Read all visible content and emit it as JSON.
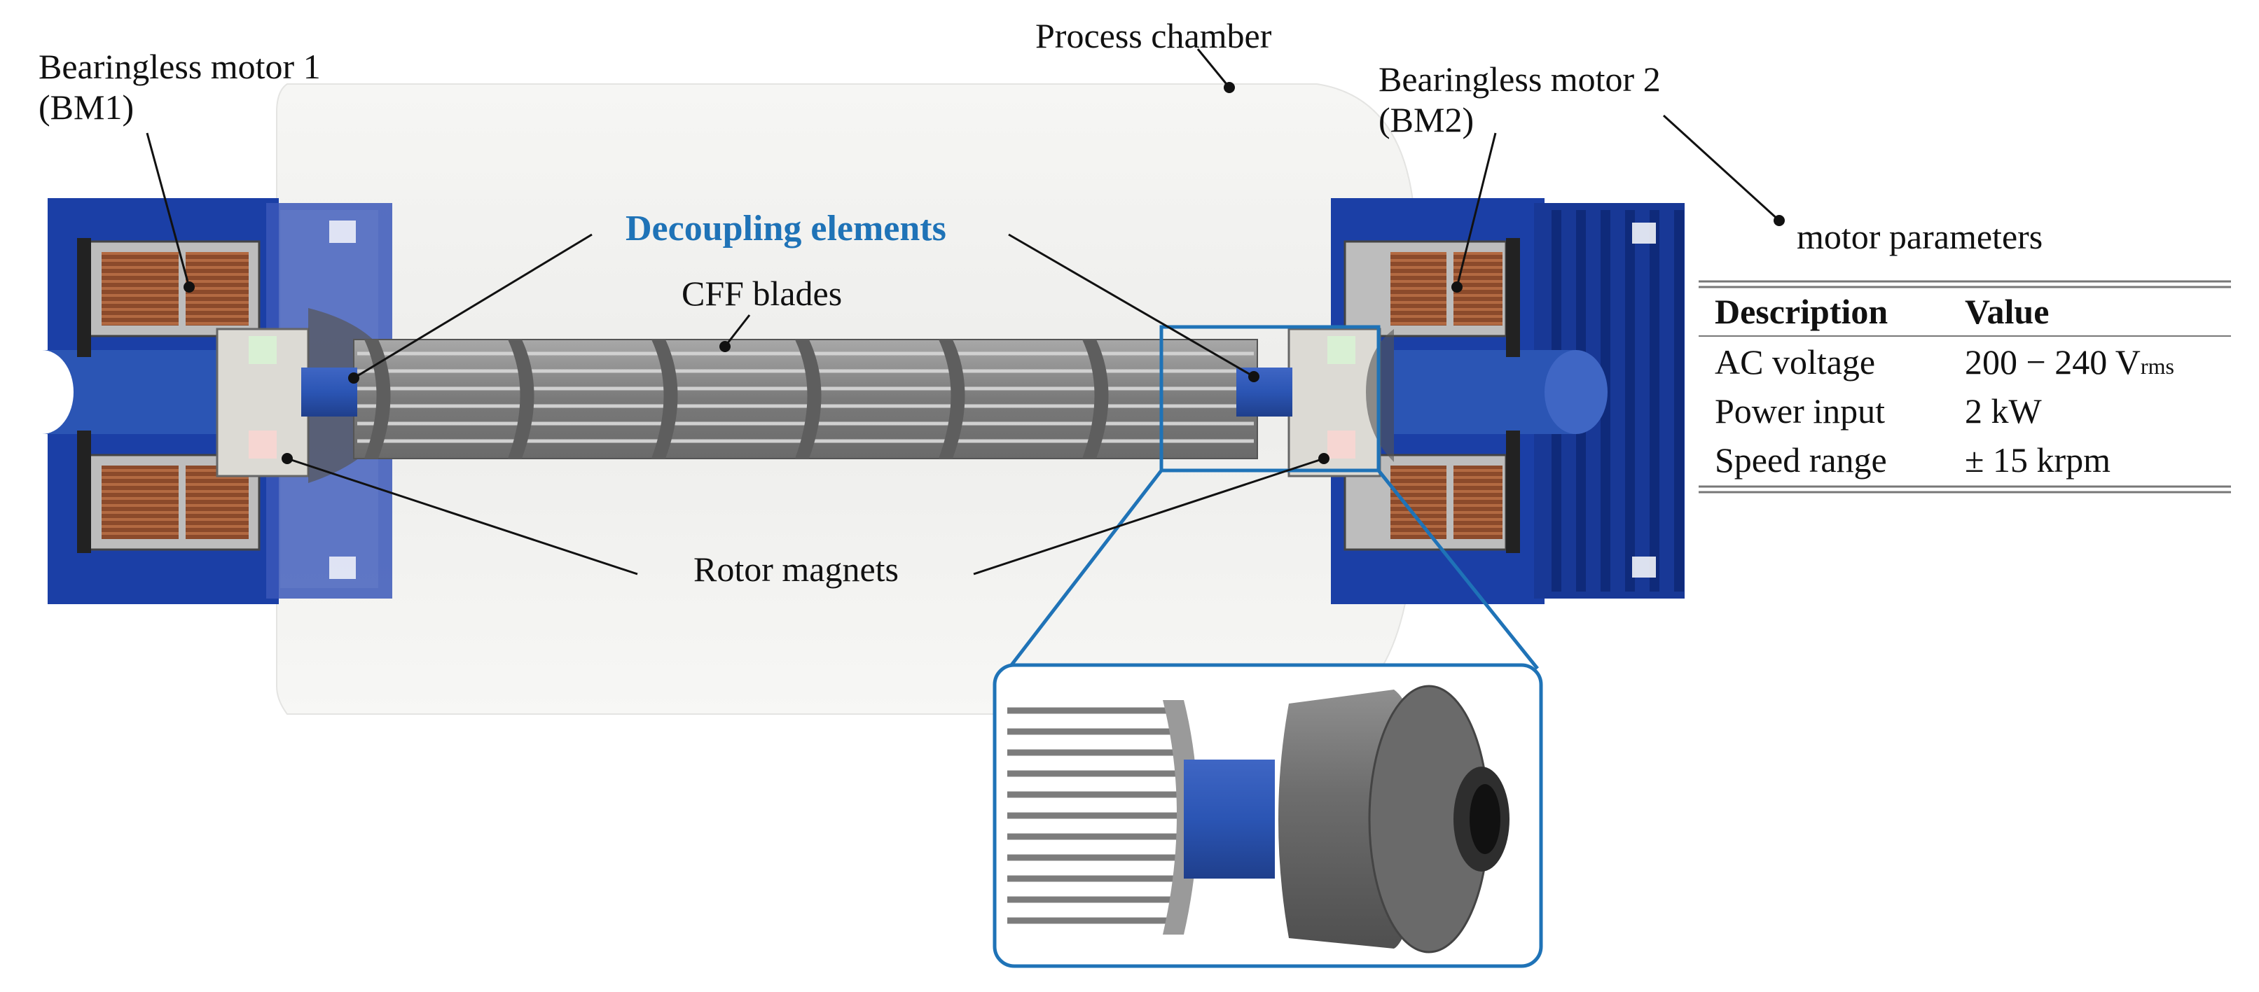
{
  "labels": {
    "bm1_line1": "Bearingless motor 1",
    "bm1_line2": "(BM1)",
    "bm2_line1": "Bearingless motor 2",
    "bm2_line2": "(BM2)",
    "process_chamber": "Process chamber",
    "decoupling": "Decoupling elements",
    "cff_blades": "CFF blades",
    "rotor_magnets": "Rotor magnets",
    "motor_params": "motor parameters"
  },
  "table": {
    "headers": [
      "Description",
      "Value"
    ],
    "rows": [
      {
        "description": "AC voltage",
        "value": "200 − 240 V",
        "value_sub": "rms"
      },
      {
        "description": "Power input",
        "value": "2 kW"
      },
      {
        "description": "Speed range",
        "value": "± 15 krpm"
      }
    ]
  },
  "colors": {
    "accent_blue": "#1f73b7",
    "motor_blue": "#1b3fa6",
    "chamber": "#eeeeec",
    "shaft": "#8a8a8a"
  }
}
